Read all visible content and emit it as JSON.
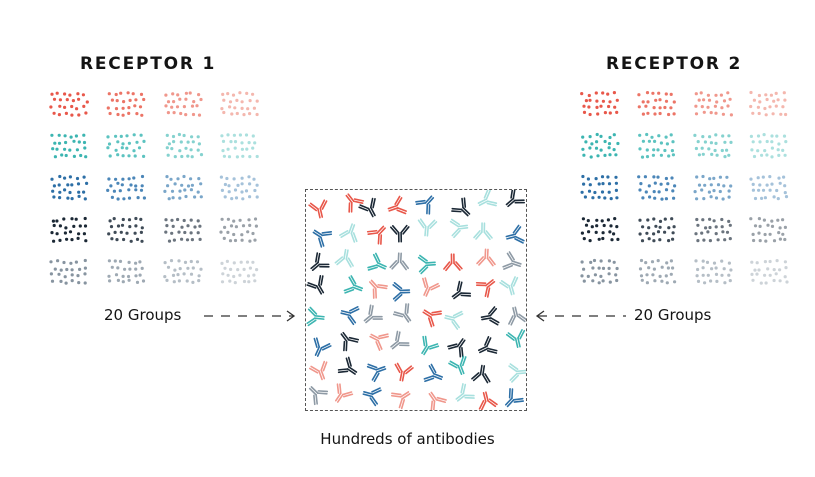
{
  "receptors": [
    {
      "title": "RECEPTOR 1",
      "groups_label": "20 Groups"
    },
    {
      "title": "RECEPTOR 2",
      "groups_label": "20 Groups"
    }
  ],
  "antibody_pool_label": "Hundreds of antibodies",
  "colors": {
    "rows": [
      [
        "#e8574a",
        "#ec7466",
        "#f0978c",
        "#f4b7ae"
      ],
      [
        "#3cb5b1",
        "#5cc3c0",
        "#85d2cf",
        "#abe0de"
      ],
      [
        "#2d6fa6",
        "#4b86b8",
        "#7aa6c9",
        "#a5c2da"
      ],
      [
        "#1b2835",
        "#3f4b57",
        "#6b747e",
        "#9aa1a8"
      ],
      [
        "#8794a0",
        "#9ea9b3",
        "#b5bec6",
        "#cdd3d8"
      ]
    ],
    "antibodies": [
      "#e8574a",
      "#3cb5b1",
      "#2d6fa6",
      "#1b2835",
      "#8e9aa5",
      "#a8e0de",
      "#f0978c"
    ],
    "text": "#141414"
  },
  "icons": [
    "arrow-right-icon",
    "arrow-left-icon",
    "antibody-icon"
  ]
}
